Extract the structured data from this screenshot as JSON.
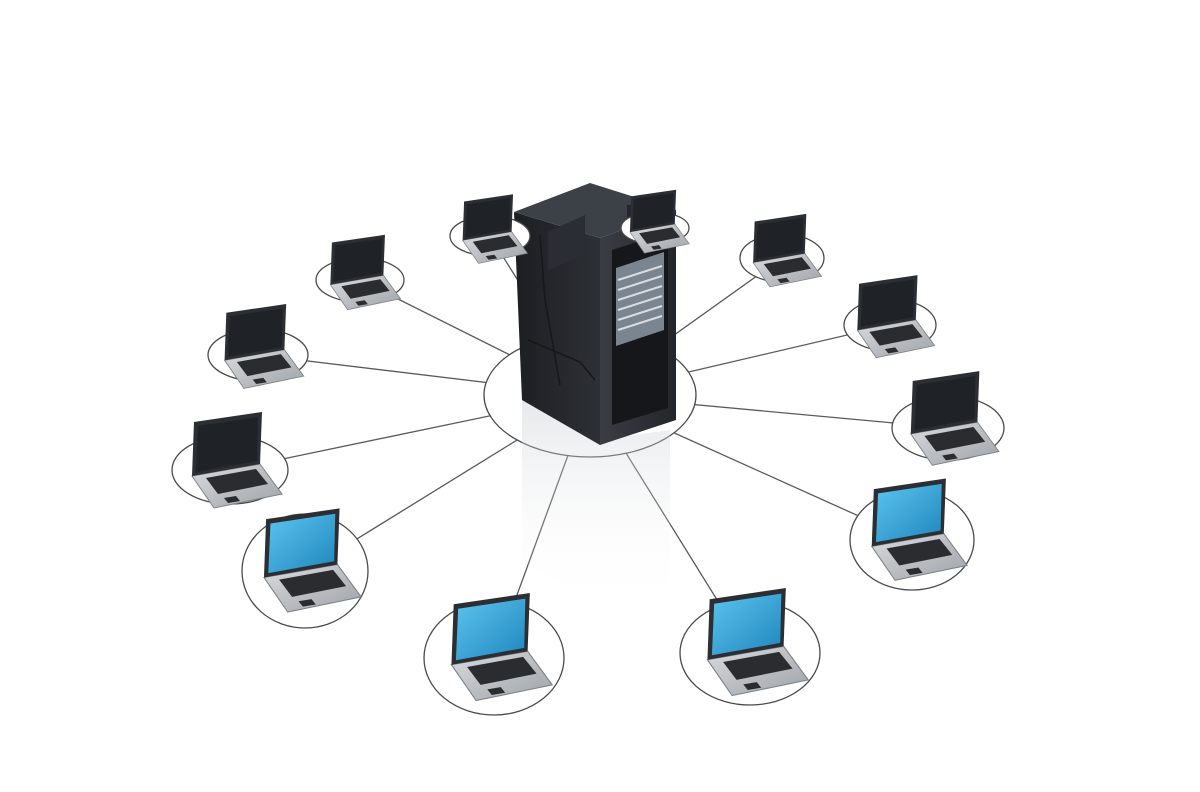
{
  "diagram": {
    "type": "star-network",
    "hub": {
      "kind": "server-rack",
      "icon": "server-rack-icon"
    },
    "nodes": [
      {
        "id": "laptop-1",
        "kind": "laptop",
        "screen": "dark"
      },
      {
        "id": "laptop-2",
        "kind": "laptop",
        "screen": "dark"
      },
      {
        "id": "laptop-3",
        "kind": "laptop",
        "screen": "dark"
      },
      {
        "id": "laptop-4",
        "kind": "laptop",
        "screen": "dark"
      },
      {
        "id": "laptop-5",
        "kind": "laptop",
        "screen": "blue"
      },
      {
        "id": "laptop-6",
        "kind": "laptop",
        "screen": "blue"
      },
      {
        "id": "laptop-7",
        "kind": "laptop",
        "screen": "blue"
      },
      {
        "id": "laptop-8",
        "kind": "laptop",
        "screen": "blue"
      },
      {
        "id": "laptop-9",
        "kind": "laptop",
        "screen": "dark"
      },
      {
        "id": "laptop-10",
        "kind": "laptop",
        "screen": "dark"
      },
      {
        "id": "laptop-11",
        "kind": "laptop",
        "screen": "dark"
      },
      {
        "id": "laptop-12",
        "kind": "laptop",
        "screen": "dark"
      }
    ],
    "colors": {
      "background": "#ffffff",
      "line": "#5a5a5a",
      "server": "#2e3138",
      "screen_dark": "#1f2226",
      "screen_blue": "#3aa6d6",
      "laptop_body": "#bfc3c8",
      "keyboard": "#2a2c30"
    }
  }
}
